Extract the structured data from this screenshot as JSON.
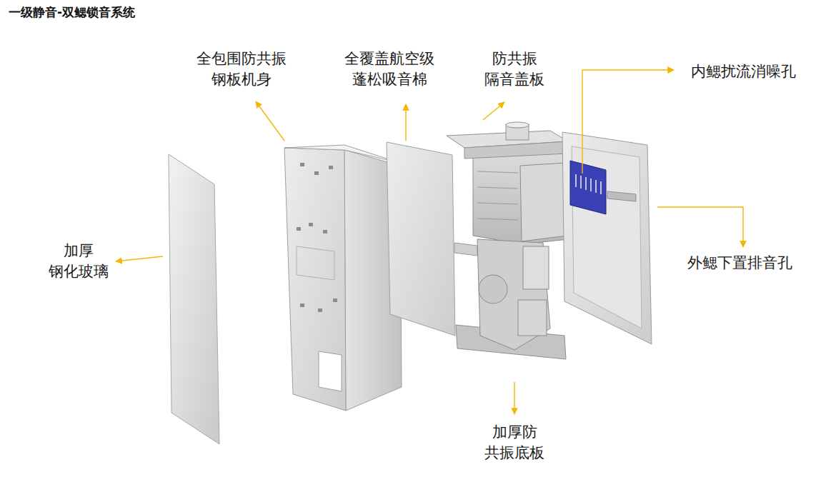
{
  "diagram": {
    "title": "一级静音-双鳃锁音系统",
    "labels": [
      "全包围防共振 钢板机身",
      "全覆盖航空级 蓬松吸音棉",
      "防共振 隔音盖板",
      "内鳃扰流消噪孔",
      "加厚 钢化玻璃",
      "外鳃下置排音孔",
      "加厚防 共振底板"
    ]
  }
}
